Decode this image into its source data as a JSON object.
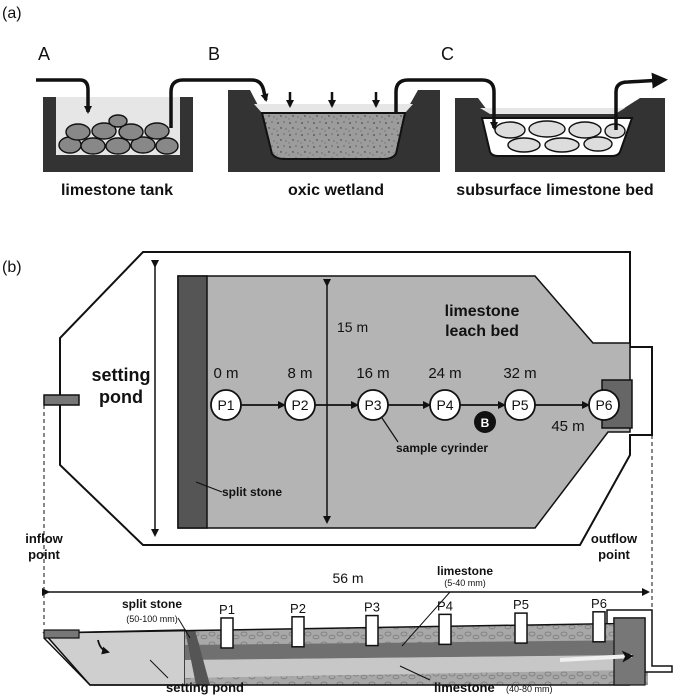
{
  "panel_a": {
    "label": "(a)",
    "flow_labels": [
      "A",
      "B",
      "C"
    ],
    "stages": [
      "limestone tank",
      "oxic wetland",
      "subsurface limestone bed"
    ]
  },
  "panel_b": {
    "label": "(b)",
    "setting_pond": "setting\npond",
    "bed_label": "limestone\nleach bed",
    "width_label": "15 m",
    "points": [
      {
        "id": "P1",
        "distance": "0 m"
      },
      {
        "id": "P2",
        "distance": "8 m"
      },
      {
        "id": "P3",
        "distance": "16 m"
      },
      {
        "id": "P4",
        "distance": "24 m"
      },
      {
        "id": "P5",
        "distance": "32 m"
      },
      {
        "id": "P6",
        "distance": "45 m"
      }
    ],
    "marker_b": "B",
    "sample_cylinder": "sample cyrinder",
    "split_stone": "split stone",
    "inflow": "inflow\npoint",
    "outflow": "outflow\npoint",
    "length_label": "56 m",
    "section": {
      "split_stone": "split stone",
      "split_stone_size": "(50-100 mm)",
      "limestone_fine": "limestone",
      "limestone_fine_size": "(5-40 mm)",
      "setting_pond": "setting pond",
      "limestone_coarse": "limestone",
      "limestone_coarse_size": "(40-80 mm)"
    }
  }
}
